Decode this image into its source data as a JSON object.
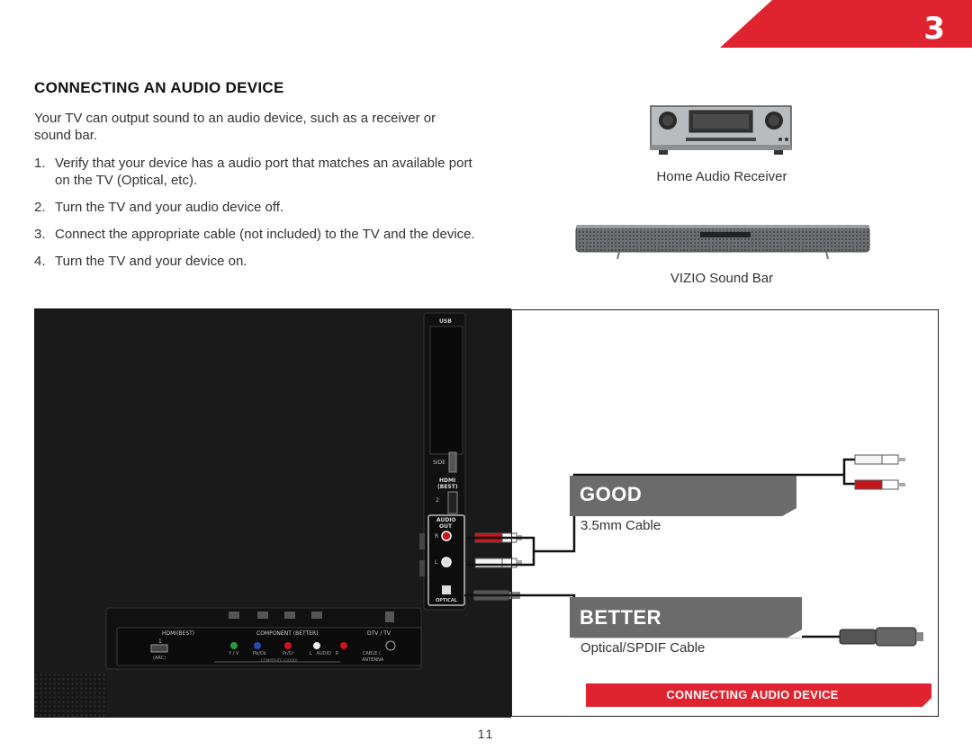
{
  "chapter": {
    "number": "3"
  },
  "section": {
    "heading": "CONNECTING AN AUDIO DEVICE",
    "intro": "Your TV can output sound to an audio device, such as a receiver or sound bar.",
    "steps": [
      {
        "num": "1.",
        "text": "Verify that your device has a audio port that matches an available port on the TV (Optical, etc)."
      },
      {
        "num": "2.",
        "text": "Turn the TV and your audio device off."
      },
      {
        "num": "3.",
        "text": "Connect the appropriate cable (not included) to the TV and the device."
      },
      {
        "num": "4.",
        "text": "Turn the TV and your device on."
      }
    ]
  },
  "devices": {
    "receiver_caption": "Home Audio Receiver",
    "soundbar_caption": "VIZIO Sound Bar"
  },
  "tv_ports": {
    "usb": "USB",
    "side": "SIDE",
    "hdmi_side": "HDMI",
    "hdmi_best": "(BEST)",
    "hdmi_num": "2",
    "audio_out_1": "AUDIO",
    "audio_out_2": "OUT",
    "r": "R",
    "l": "L",
    "optical": "OPTICAL",
    "hdmi_bottom": "HDMI(BEST)",
    "hdmi_bottom_num": "1",
    "arc": "(ARC)",
    "component": "COMPONENT (BETTER)",
    "yv": "Y / V",
    "pbcb": "Pb/Cb",
    "prcr": "Pr/Cr",
    "audio_lr": "L   AUDIO   R",
    "composite": "COMPOSITE (GOOD)",
    "dtv": "DTV / TV",
    "cable": "CABLE /",
    "antenna": "ANTENNA"
  },
  "options": {
    "good_title": "GOOD",
    "good_cable": "3.5mm Cable",
    "better_title": "BETTER",
    "better_cable": "Optical/SPDIF Cable"
  },
  "banner": "CONNECTING AUDIO DEVICE",
  "page_number": "11",
  "colors": {
    "accent": "#e0242f",
    "label_gray": "#6b6b6b",
    "tv_black": "#1a1a1a"
  }
}
